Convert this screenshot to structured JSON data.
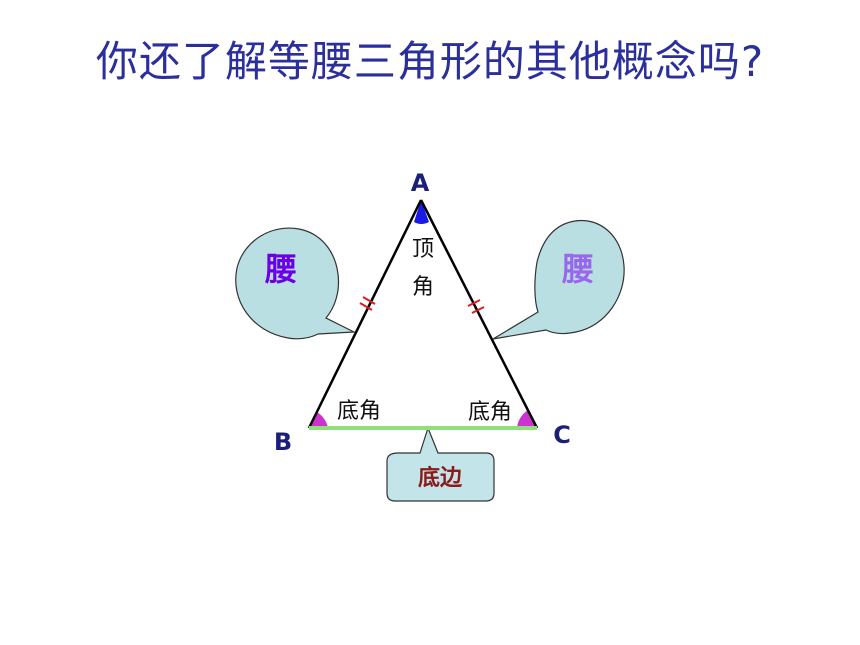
{
  "title": "你还了解等腰三角形的其他概念吗?",
  "diagram": {
    "vertices": {
      "a": "A",
      "b": "B",
      "c": "C"
    },
    "apex_angle_label": [
      "顶",
      "角"
    ],
    "base_angle_left_label": "底角",
    "base_angle_right_label": "底角",
    "leg_left_label": "腰",
    "leg_right_label": "腰",
    "base_label": "底边"
  },
  "colors": {
    "title": "#2b2f9c",
    "triangle_sides": "#000000",
    "base_edge": "#8ee07a",
    "apex_angle_fill": "#1a1ae6",
    "base_angle_fill": "#cc33cc",
    "leg_bubble_fill": "#b9dfe3",
    "leg_left_text": "#6a00e6",
    "leg_right_text": "#9966ee",
    "base_bubble_fill": "#c3e4e8",
    "base_text": "#8b1a1a",
    "tick_marks": "#e01b1b"
  }
}
